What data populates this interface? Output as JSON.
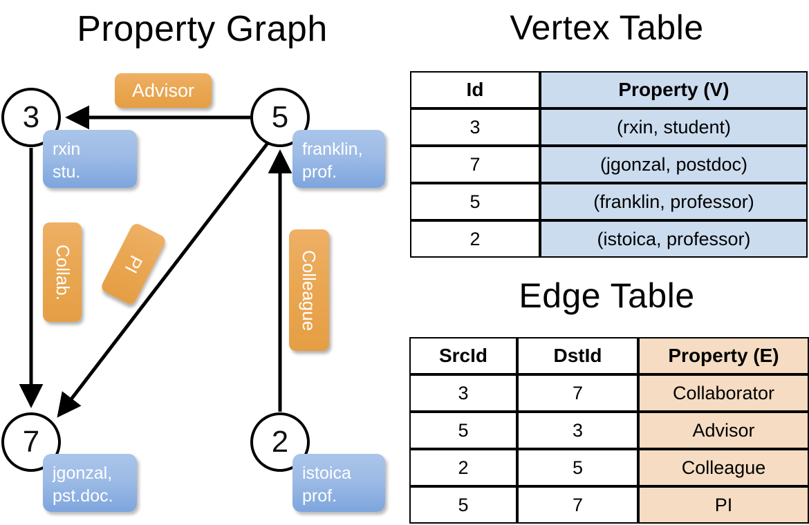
{
  "titles": {
    "property_graph": "Property Graph",
    "vertex_table": "Vertex Table",
    "edge_table": "Edge Table"
  },
  "graph": {
    "nodes": [
      {
        "id": "3",
        "label": "rxin\nstu."
      },
      {
        "id": "5",
        "label": "franklin,\nprof."
      },
      {
        "id": "7",
        "label": "jgonzal,\npst.doc."
      },
      {
        "id": "2",
        "label": "istoica\nprof."
      }
    ],
    "edge_labels": [
      {
        "name": "advisor",
        "text": "Advisor"
      },
      {
        "name": "collab",
        "text": "Collab."
      },
      {
        "name": "pi",
        "text": "PI"
      },
      {
        "name": "colleague",
        "text": "Colleague"
      }
    ],
    "edges": [
      {
        "from": "5",
        "to": "3",
        "label": "Advisor"
      },
      {
        "from": "3",
        "to": "7",
        "label": "Collab."
      },
      {
        "from": "5",
        "to": "7",
        "label": "PI"
      },
      {
        "from": "2",
        "to": "5",
        "label": "Colleague"
      }
    ]
  },
  "vertex_table": {
    "headers": [
      "Id",
      "Property (V)"
    ],
    "rows": [
      [
        "3",
        "(rxin, student)"
      ],
      [
        "7",
        "(jgonzal, postdoc)"
      ],
      [
        "5",
        "(franklin, professor)"
      ],
      [
        "2",
        "(istoica, professor)"
      ]
    ]
  },
  "edge_table": {
    "headers": [
      "SrcId",
      "DstId",
      "Property (E)"
    ],
    "rows": [
      [
        "3",
        "7",
        "Collaborator"
      ],
      [
        "5",
        "3",
        "Advisor"
      ],
      [
        "2",
        "5",
        "Colleague"
      ],
      [
        "5",
        "7",
        "PI"
      ]
    ]
  },
  "colors": {
    "node_fill": "#ffffff",
    "node_stroke": "#000000",
    "property_box": "#9dbbe6",
    "edge_label_box": "#eaa854",
    "vertex_table_accent": "#ccdcef",
    "edge_table_accent": "#f5dcc2",
    "text_dark": "#000000",
    "text_light": "#ffffff"
  }
}
